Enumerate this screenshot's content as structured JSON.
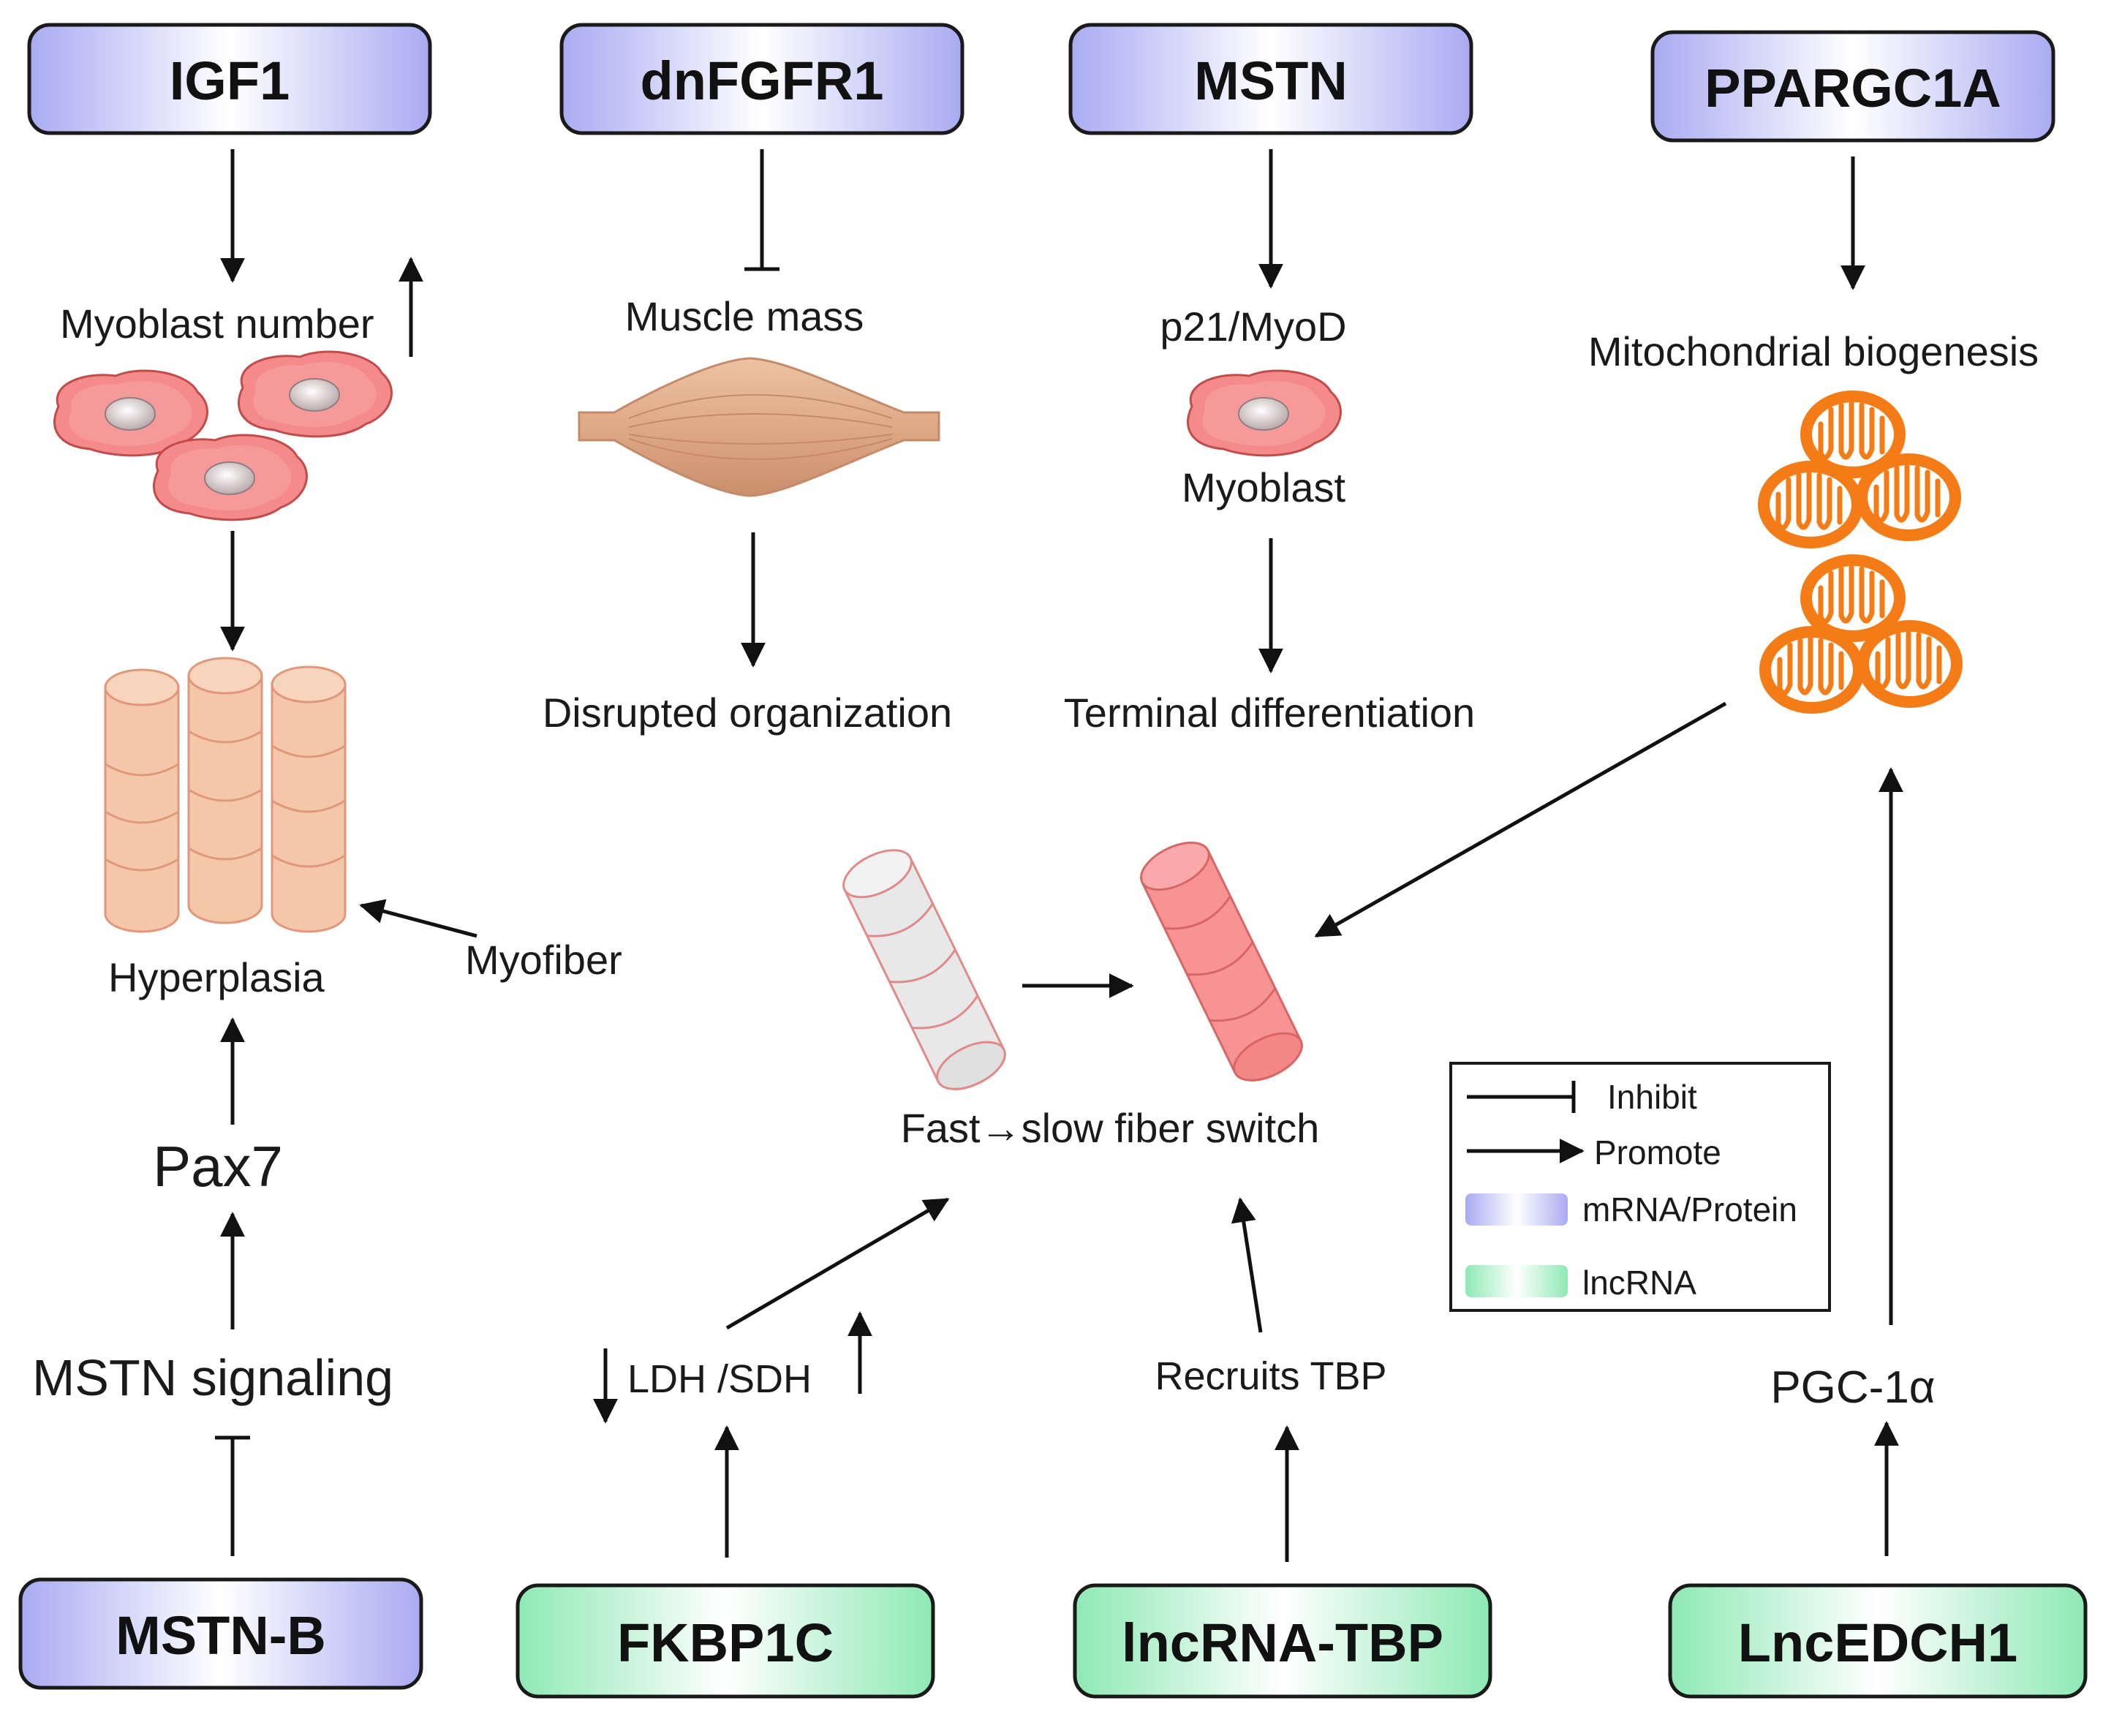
{
  "colors": {
    "protein_box": "#b4b6f4",
    "lncrna_box": "#9ff0c2",
    "cell_fill": "#f48a8a",
    "nucleus": "#c9bdbf",
    "fiber_peach": "#f5c7aa",
    "fiber_fast": "#e8e8e8",
    "fiber_slow": "#f79393",
    "muscle": "#e2b08e",
    "mitochondria": "#f47b16"
  },
  "boxes": {
    "igf1": "IGF1",
    "dnfgfr1": "dnFGFR1",
    "mstn": "MSTN",
    "ppargc1a": "PPARGC1A",
    "mstn_b": "MSTN-B",
    "fkbp1c": "FKBP1C",
    "lncrna_tbp": "lncRNA-TBP",
    "lncedch1": "LncEDCH1"
  },
  "labels": {
    "myoblast_number": "Myoblast number",
    "muscle_mass": "Muscle mass",
    "p21_myod": "p21/MyoD",
    "mito_biogenesis": "Mitochondrial biogenesis",
    "myoblast": "Myoblast",
    "disrupted": "Disrupted organization",
    "terminal": "Terminal differentiation",
    "myofiber": "Myofiber",
    "hyperplasia": "Hyperplasia",
    "fiber_switch": "Fast→slow fiber switch",
    "pax7": "Pax7",
    "mstn_signaling": "MSTN signaling",
    "ldh_sdh": "LDH /SDH",
    "recruits_tbp": "Recruits TBP",
    "pgc1a": "PGC-1α"
  },
  "legend": {
    "inhibit": "Inhibit",
    "promote": "Promote",
    "mrna_protein": "mRNA/Protein",
    "lncrna": "lncRNA"
  }
}
